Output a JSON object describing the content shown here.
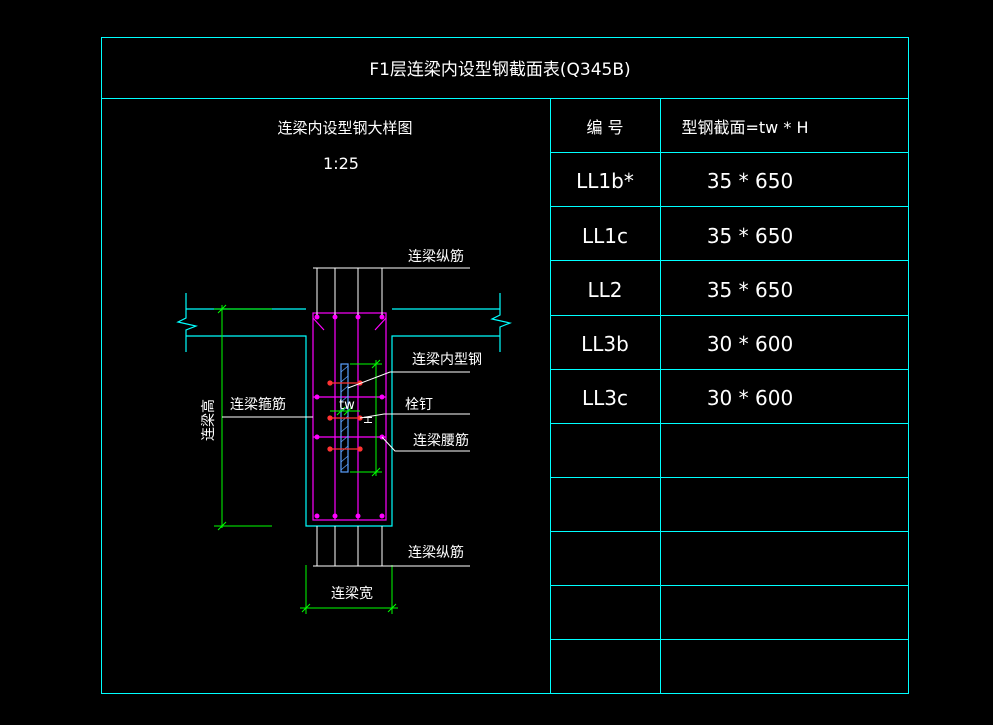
{
  "title": "F1层连梁内设型钢截面表(Q345B)",
  "detail": {
    "title": "连梁内设型钢大样图",
    "scale": "1:25",
    "labels": {
      "top_rebar": "连梁纵筋",
      "steel": "连梁内型钢",
      "stud": "栓钉",
      "stirrup": "连梁箍筋",
      "waist_rebar": "连梁腰筋",
      "bottom_rebar": "连梁纵筋",
      "height": "连梁高",
      "width": "连梁宽",
      "tw": "tw",
      "h": "H"
    }
  },
  "table": {
    "headers": [
      "编 号",
      "型钢截面=tw * H"
    ],
    "rows": [
      [
        "LL1b*",
        "35 * 650"
      ],
      [
        "LL1c",
        "35 * 650"
      ],
      [
        "LL2",
        "35 * 650"
      ],
      [
        "LL3b",
        "30 * 600"
      ],
      [
        "LL3c",
        "30 * 600"
      ],
      [
        "",
        ""
      ],
      [
        "",
        ""
      ],
      [
        "",
        ""
      ],
      [
        "",
        ""
      ],
      [
        "",
        ""
      ]
    ]
  },
  "colors": {
    "frame": "#00ffff",
    "text": "#ffffff",
    "concrete": "#00ffff",
    "rebar": "#ff00ff",
    "dimension": "#00ff00",
    "steel": "#5aa0ff",
    "stud": "#ff3333"
  }
}
